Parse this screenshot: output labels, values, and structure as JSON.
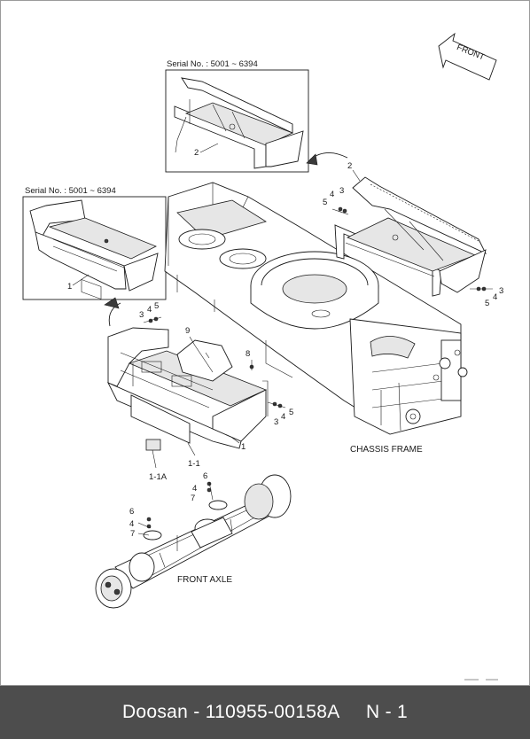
{
  "diagram": {
    "direction_label": "FRONT",
    "inset_top": {
      "serial": "Serial No. : 5001 ~ 6394",
      "part": "2"
    },
    "inset_left": {
      "serial": "Serial No. : 5001 ~ 6394",
      "part": "1"
    },
    "chassis_caption": "CHASSIS FRAME",
    "axle_caption": "FRONT AXLE",
    "callouts": {
      "right_bracket": {
        "part": "2",
        "bolt": "3",
        "washer": "4",
        "nut": "5"
      },
      "right_lower": {
        "bolt": "3",
        "washer": "4",
        "nut": "5"
      },
      "left_upper": {
        "washer": "4",
        "nut": "5",
        "bolt": "3"
      },
      "left_lower": {
        "bolt": "3",
        "washer": "4",
        "nut": "5"
      },
      "plate": "9",
      "screw": "8",
      "bracket": "1",
      "guard": "1-1",
      "clip": "1-1A",
      "axle_upper": {
        "a": "6",
        "b": "4",
        "c": "7"
      },
      "axle_lower": {
        "a": "6",
        "b": "4",
        "c": "7"
      }
    }
  },
  "footer": {
    "brand": "Doosan",
    "part_number": "110955-00158A",
    "page": "N - 1",
    "text": "Doosan - 110955-00158A     N - 1"
  }
}
